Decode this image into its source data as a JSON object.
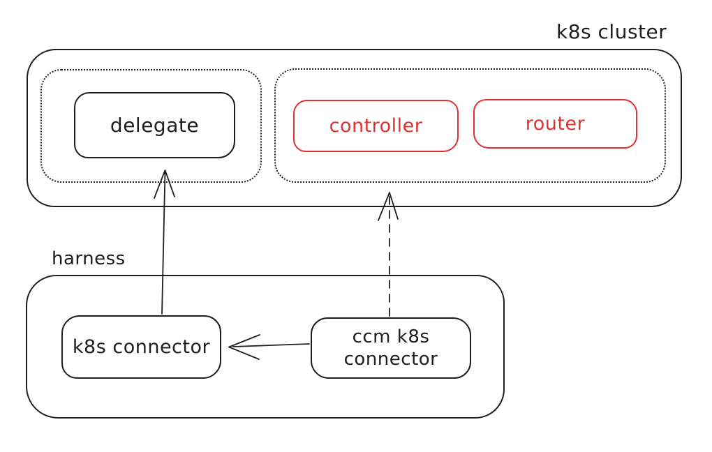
{
  "colors": {
    "stroke": "#1e1e1e",
    "accent_red": "#e03131",
    "background": "#ffffff"
  },
  "cluster": {
    "label": "k8s cluster",
    "delegate_group": {
      "delegate": {
        "label": "delegate"
      }
    },
    "ccm_group": {
      "controller": {
        "label": "controller"
      },
      "router": {
        "label": "router"
      }
    }
  },
  "harness": {
    "label": "harness",
    "k8s_connector": {
      "label": "k8s connector"
    },
    "ccm_k8s_connector": {
      "label": "ccm k8s connector"
    }
  },
  "arrows": [
    {
      "from": "k8s connector",
      "to": "delegate",
      "style": "solid"
    },
    {
      "from": "ccm k8s connector",
      "to": "ccm group",
      "style": "dashed"
    },
    {
      "from": "ccm k8s connector",
      "to": "k8s connector",
      "style": "solid"
    }
  ]
}
